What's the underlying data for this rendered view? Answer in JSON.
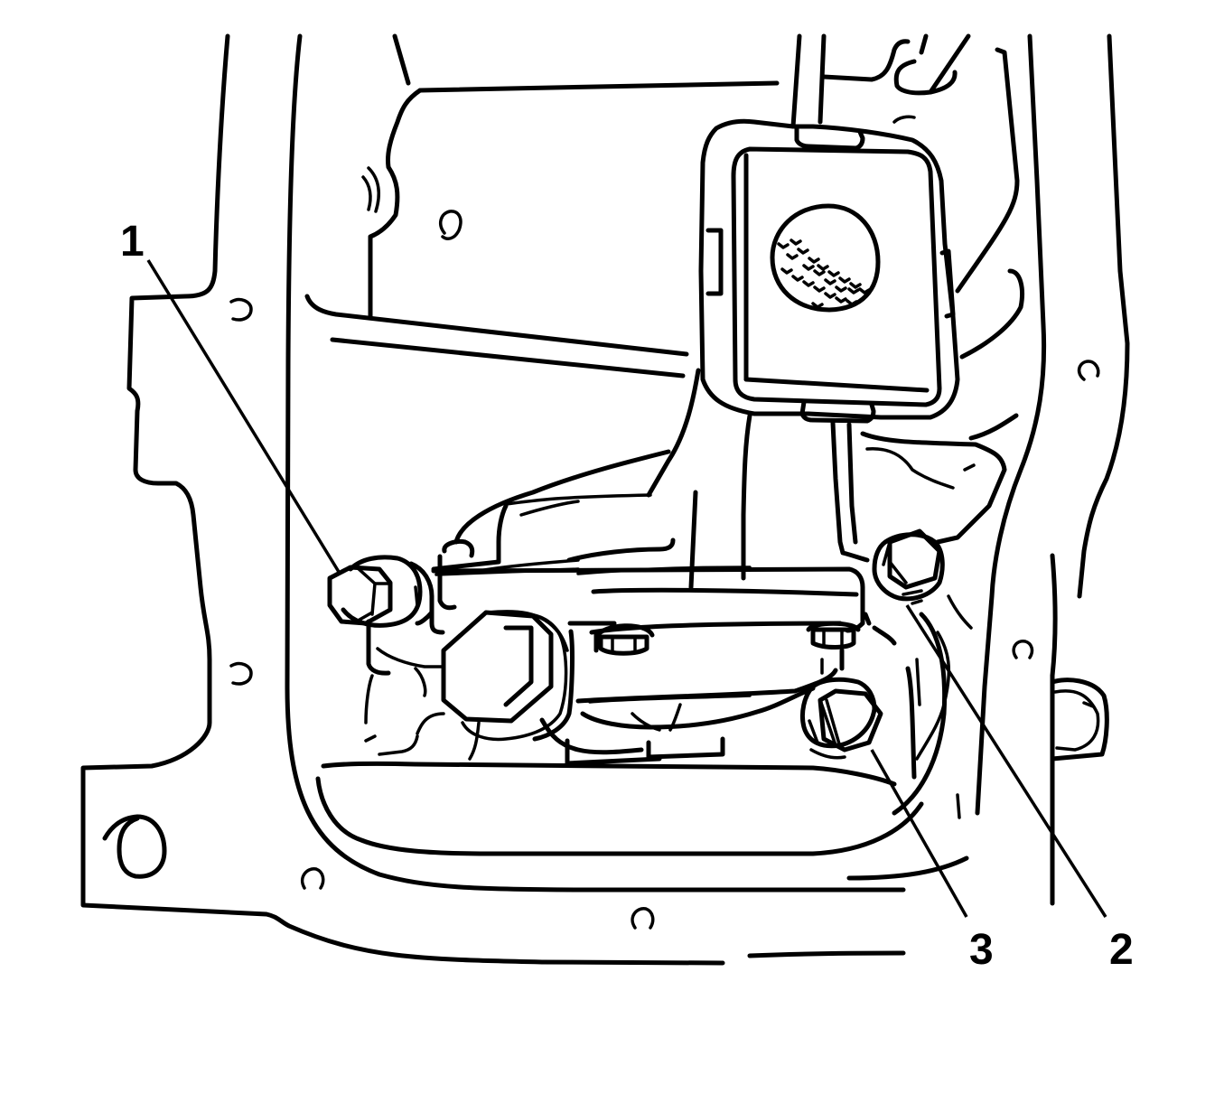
{
  "diagram": {
    "type": "technical-line-illustration",
    "subject": "oil pump and pickup screen assembly mounted inside oil pan area",
    "line_color": "#000000",
    "background_color": "#ffffff",
    "callouts": [
      {
        "id": "1",
        "label": "1",
        "target": "left mounting bolt"
      },
      {
        "id": "2",
        "label": "2",
        "target": "right mounting bolt"
      },
      {
        "id": "3",
        "label": "3",
        "target": "lower mounting bolt"
      }
    ]
  }
}
